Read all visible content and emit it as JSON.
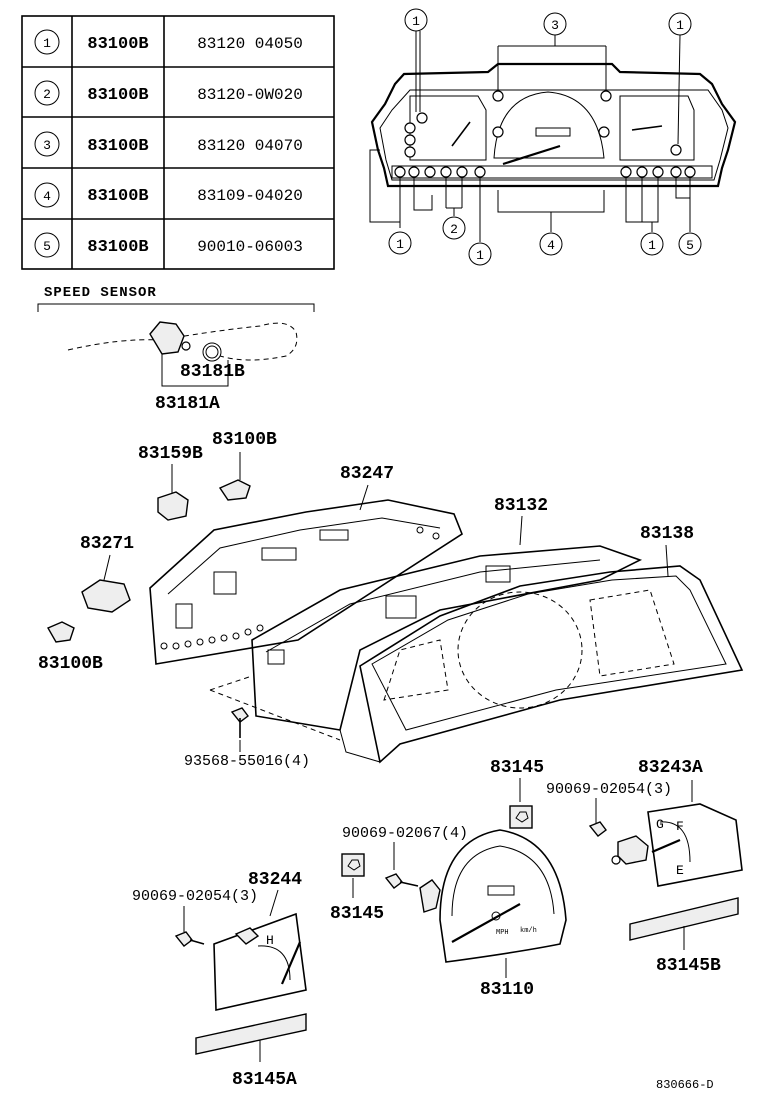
{
  "table": {
    "rows": [
      {
        "idx": "1",
        "part": "83100B",
        "number": "83120 04050"
      },
      {
        "idx": "2",
        "part": "83100B",
        "number": "83120-0W020"
      },
      {
        "idx": "3",
        "part": "83100B",
        "number": "83120 04070"
      },
      {
        "idx": "4",
        "part": "83100B",
        "number": "83109-04020"
      },
      {
        "idx": "5",
        "part": "83100B",
        "number": "90010-06003"
      }
    ]
  },
  "cluster_callouts": {
    "top_left": "1",
    "top_mid": "3",
    "top_right": "1",
    "bot_1": "1",
    "bot_2": "2",
    "bot_3": "1",
    "bot_4": "4",
    "bot_5": "1",
    "bot_6": "5"
  },
  "speed_sensor": {
    "caption": "SPEED SENSOR",
    "label_b": "83181B",
    "label_a": "83181A"
  },
  "labels": {
    "p83159B": "83159B",
    "p83100B_top": "83100B",
    "p83247": "83247",
    "p83132": "83132",
    "p83138": "83138",
    "p83271": "83271",
    "p83100B_left": "83100B",
    "screw_93568": "93568-55016(4)",
    "p83145_top": "83145",
    "p83243A": "83243A",
    "screw_90069_right": "90069-02054(3)",
    "screw_90069_mid": "90069-02067(4)",
    "p83244": "83244",
    "screw_90069_left": "90069-02054(3)",
    "p83145_mid": "83145",
    "p83110": "83110",
    "p83145B": "83145B",
    "p83145A": "83145A"
  },
  "gauges": {
    "temp_hot": "H",
    "fuel_full": "F",
    "fuel_empty": "E",
    "speedo_unit_1": "MPH",
    "speedo_unit_2": "km/h"
  },
  "figure_id": "830666-D"
}
